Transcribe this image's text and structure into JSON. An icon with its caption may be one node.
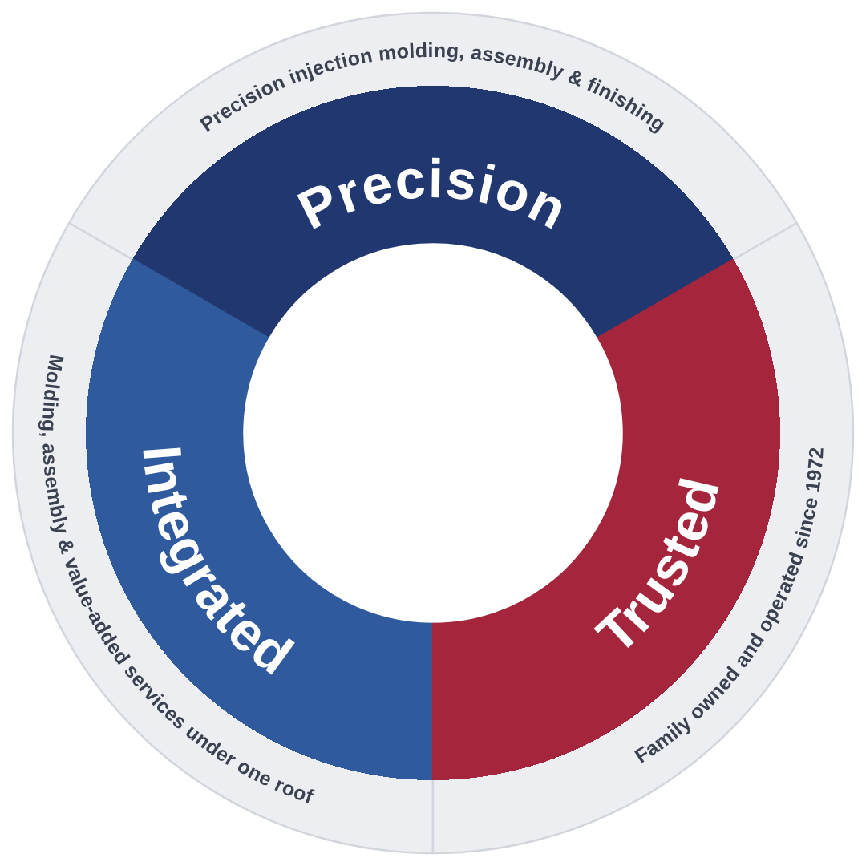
{
  "diagram": {
    "nodes": [
      {
        "text": [
          "Precision injection molding, assembly & finishing",
          "Precision"
        ]
      },
      {
        "text": [
          "Integrated",
          "Molding, assembly & value-added services under one roof"
        ]
      },
      {
        "text": [
          "Trusted",
          "Family owned and operated since 1972"
        ]
      }
    ]
  }
}
